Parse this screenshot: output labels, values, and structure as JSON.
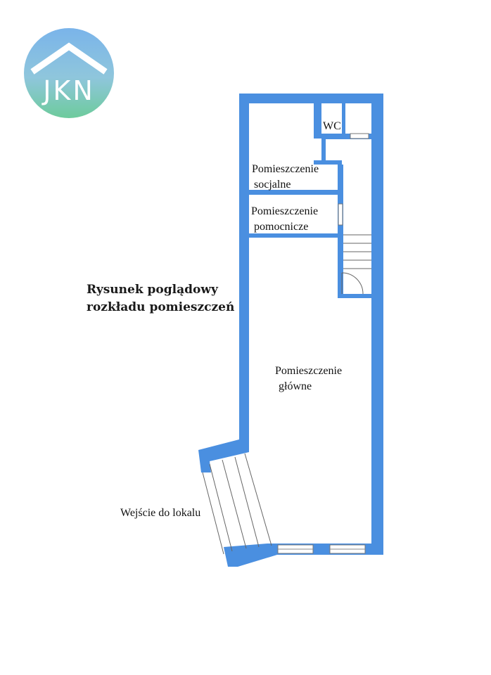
{
  "logo": {
    "text": "JKN",
    "colors": {
      "top": "#7fb8e8",
      "bottom": "#6cc9a4",
      "mid": "#9fd0d8"
    }
  },
  "title": {
    "line1": "Rysunek poglądowy",
    "line2": "rozkładu pomieszczeń"
  },
  "rooms": {
    "wc": "WC",
    "social": {
      "line1": "Pomieszczenie",
      "line2": "socjalne"
    },
    "auxiliary": {
      "line1": "Pomieszczenie",
      "line2": "pomocnicze"
    },
    "main": {
      "line1": "Pomieszczenie",
      "line2": "główne"
    },
    "entrance": "Wejście do lokalu"
  },
  "colors": {
    "wall": "#4a8fe0",
    "window": "#ffffff",
    "line": "#555555"
  }
}
